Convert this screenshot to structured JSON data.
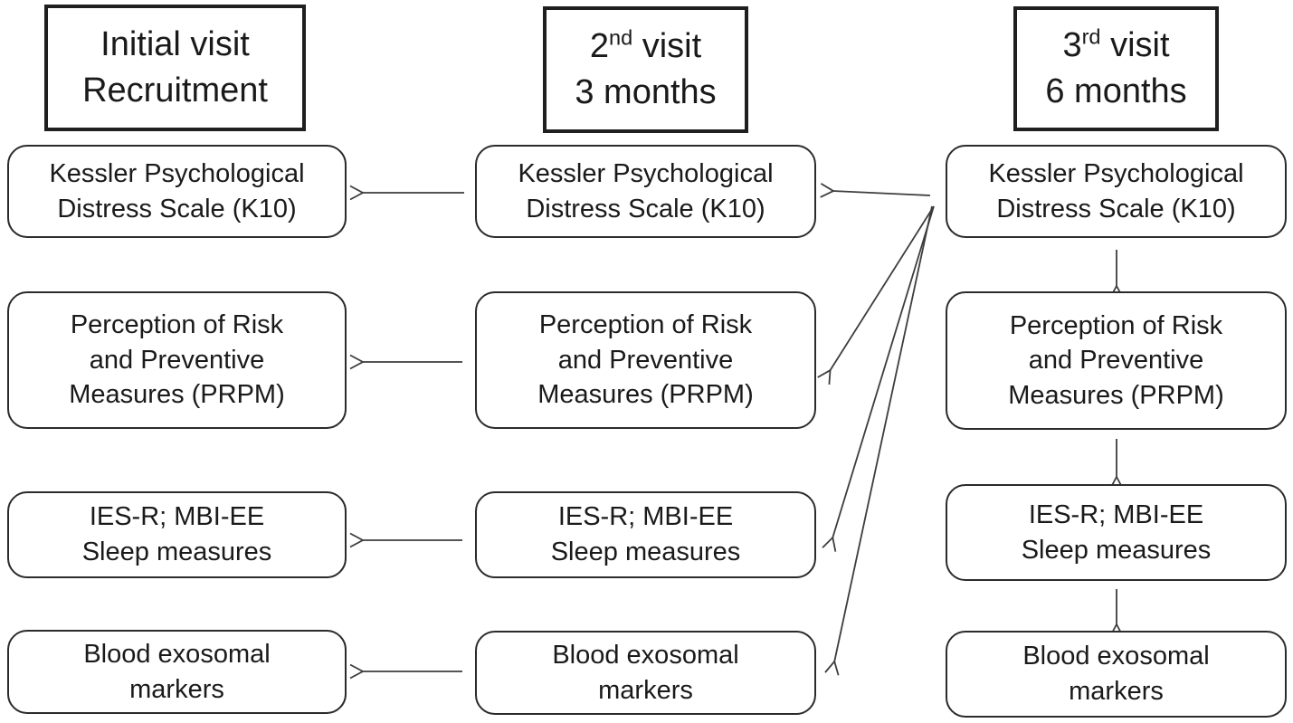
{
  "colors": {
    "background": "#ffffff",
    "text": "#1a1a1a",
    "box_border": "#2b2b2b",
    "header_border": "#1f1f1f",
    "arrow": "#3d3d3d"
  },
  "columns": [
    {
      "id": "visit1",
      "header": {
        "pre": "Initial visit",
        "sup": "",
        "post": "",
        "line2": "Recruitment"
      },
      "boxes": [
        {
          "id": "visit1-k10",
          "lines": [
            "Kessler Psychological",
            "Distress Scale (K10)"
          ]
        },
        {
          "id": "visit1-prpm",
          "lines": [
            "Perception of Risk",
            "and Preventive",
            "Measures (PRPM)"
          ]
        },
        {
          "id": "visit1-ies",
          "lines": [
            "IES-R; MBI-EE",
            "Sleep measures"
          ]
        },
        {
          "id": "visit1-blood",
          "lines": [
            "Blood exosomal",
            "markers"
          ]
        }
      ]
    },
    {
      "id": "visit2",
      "header": {
        "pre": "2",
        "sup": "nd",
        "post": " visit",
        "line2": "3 months"
      },
      "boxes": [
        {
          "id": "visit2-k10",
          "lines": [
            "Kessler Psychological",
            "Distress Scale (K10)"
          ]
        },
        {
          "id": "visit2-prpm",
          "lines": [
            "Perception of Risk",
            "and Preventive",
            "Measures (PRPM)"
          ]
        },
        {
          "id": "visit2-ies",
          "lines": [
            "IES-R; MBI-EE",
            "Sleep measures"
          ]
        },
        {
          "id": "visit2-blood",
          "lines": [
            "Blood exosomal",
            "markers"
          ]
        }
      ]
    },
    {
      "id": "visit3",
      "header": {
        "pre": "3",
        "sup": "rd",
        "post": " visit",
        "line2": "6 months"
      },
      "boxes": [
        {
          "id": "visit3-k10",
          "lines": [
            "Kessler Psychological",
            "Distress Scale (K10)"
          ]
        },
        {
          "id": "visit3-prpm",
          "lines": [
            "Perception of Risk",
            "and Preventive",
            "Measures (PRPM)"
          ]
        },
        {
          "id": "visit3-ies",
          "lines": [
            "IES-R; MBI-EE",
            "Sleep measures"
          ]
        },
        {
          "id": "visit3-blood",
          "lines": [
            "Blood exosomal",
            "markers"
          ]
        }
      ]
    }
  ],
  "edges": [
    {
      "from": "visit2-k10",
      "to": "visit1-k10"
    },
    {
      "from": "visit2-prpm",
      "to": "visit1-prpm"
    },
    {
      "from": "visit2-ies",
      "to": "visit1-ies"
    },
    {
      "from": "visit2-blood",
      "to": "visit1-blood"
    },
    {
      "from": "visit3-k10",
      "to": "visit2-k10"
    },
    {
      "from": "visit3-k10",
      "to": "visit2-prpm"
    },
    {
      "from": "visit3-k10",
      "to": "visit2-ies"
    },
    {
      "from": "visit3-k10",
      "to": "visit2-blood"
    },
    {
      "from": "visit3-k10",
      "to": "visit3-prpm"
    },
    {
      "from": "visit3-prpm",
      "to": "visit3-ies"
    },
    {
      "from": "visit3-ies",
      "to": "visit3-blood"
    }
  ]
}
